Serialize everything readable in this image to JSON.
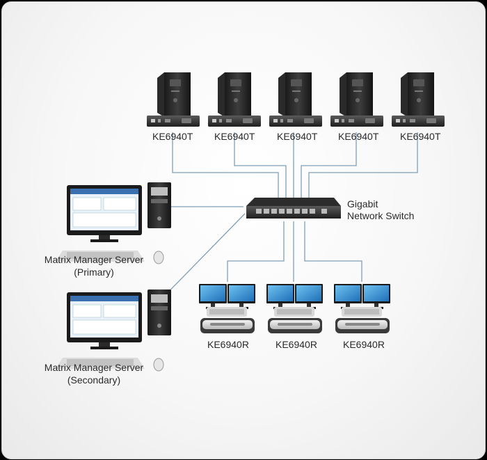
{
  "transmitters": [
    {
      "label": "KE6940T"
    },
    {
      "label": "KE6940T"
    },
    {
      "label": "KE6940T"
    },
    {
      "label": "KE6940T"
    },
    {
      "label": "KE6940T"
    }
  ],
  "switch": {
    "line1": "Gigabit",
    "line2": "Network Switch"
  },
  "servers": [
    {
      "line1": "Matrix Manager Server",
      "line2": "(Primary)"
    },
    {
      "line1": "Matrix Manager Server",
      "line2": "(Secondary)"
    }
  ],
  "receivers": [
    {
      "label": "KE6940R"
    },
    {
      "label": "KE6940R"
    },
    {
      "label": "KE6940R"
    }
  ],
  "colors": {
    "cable": "#7f9fb8",
    "panel": "#f5f5f5",
    "device": "#2b2b2b"
  }
}
